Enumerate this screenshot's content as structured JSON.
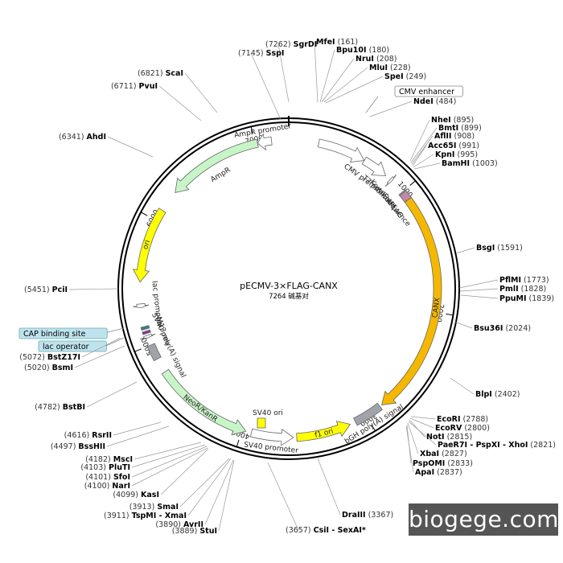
{
  "plasmid": {
    "name": "pECMV-3×FLAG-CANX",
    "size_label": "7264 碱基对",
    "total_bp": 7264
  },
  "watermark": "biogege.com",
  "ticks": [
    "1000",
    "2000",
    "3000",
    "4000",
    "5000",
    "6000",
    "7000"
  ],
  "features": [
    {
      "name": "CMV enhancer",
      "start": 235,
      "end": 615,
      "dir": 1,
      "color": "#ffffff",
      "label": "CMV enhancer",
      "labelpos": "box"
    },
    {
      "name": "CMV promoter",
      "start": 615,
      "end": 820,
      "dir": 1,
      "color": "#ffffff",
      "label": "CMV promoter",
      "labelpos": "in"
    },
    {
      "name": "T7 promoter",
      "start": 865,
      "end": 883,
      "dir": 1,
      "color": "#ffffff",
      "label": "T7 promoter",
      "labelpos": "in"
    },
    {
      "name": "Kozak sequence",
      "start": 1000,
      "end": 1010,
      "dir": 0,
      "color": "#999999",
      "label": "Kozak sequence",
      "labelpos": "in"
    },
    {
      "name": "3xFLAG",
      "start": 1010,
      "end": 1076,
      "dir": 0,
      "color": "#c08aa8",
      "label": "3xFLAG",
      "labelpos": "in"
    },
    {
      "name": "CANX",
      "start": 1076,
      "end": 2852,
      "dir": 1,
      "color": "#f5b800",
      "label": "CANX",
      "labelpos": "on"
    },
    {
      "name": "bGH poly(A) signal",
      "start": 2870,
      "end": 3095,
      "dir": 0,
      "color": "#a0a4aa",
      "label": "bGH poly(A) signal",
      "labelpos": "out"
    },
    {
      "name": "f1 ori",
      "start": 3140,
      "end": 3570,
      "dir": -1,
      "color": "#ffff00",
      "label": "f1 ori",
      "labelpos": "on"
    },
    {
      "name": "SV40 promoter",
      "start": 3595,
      "end": 3925,
      "dir": -1,
      "color": "#ffffff",
      "label": "SV40 promoter",
      "labelpos": "out"
    },
    {
      "name": "NeoR/KanR",
      "start": 3970,
      "end": 4765,
      "dir": -1,
      "color": "#c8f5c8",
      "label": "NeoR/KanR",
      "labelpos": "on"
    },
    {
      "name": "SV40 poly(A) signal",
      "start": 4880,
      "end": 5000,
      "dir": 0,
      "color": "#a0a4aa",
      "label": "SV40 poly(A) signal",
      "labelpos": "in"
    },
    {
      "name": "lac promoter",
      "start": 5300,
      "end": 5330,
      "dir": -1,
      "color": "#ffffff",
      "label": "lac promoter",
      "labelpos": "in"
    },
    {
      "name": "M13 rev",
      "start": 5060,
      "end": 5080,
      "dir": -1,
      "color": "#ffffff",
      "label": "M13 rev",
      "labelpos": "in"
    },
    {
      "name": "CAP binding site",
      "start": 5130,
      "end": 5152,
      "dir": 0,
      "color": "#3a7f8a",
      "label": "CAP binding site",
      "labelpos": "boxout"
    },
    {
      "name": "lac operator",
      "start": 5095,
      "end": 5115,
      "dir": 0,
      "color": "#8a3aa0",
      "label": "lac operator",
      "labelpos": "boxout"
    },
    {
      "name": "ori",
      "start": 5500,
      "end": 6090,
      "dir": -1,
      "color": "#ffff00",
      "label": "ori",
      "labelpos": "on"
    },
    {
      "name": "AmpR",
      "start": 6260,
      "end": 7020,
      "dir": -1,
      "color": "#c8f5c8",
      "label": "AmpR",
      "labelpos": "in"
    },
    {
      "name": "AmpR promoter",
      "start": 7020,
      "end": 7130,
      "dir": -1,
      "color": "#ffffff",
      "label": "AmpR promoter",
      "labelpos": "out"
    },
    {
      "name": "SV40 ori",
      "start": 3620,
      "end": 3640,
      "dir": 0,
      "color": "#ffff00",
      "label": "SV40 ori",
      "labelpos": "center"
    }
  ],
  "sites": [
    {
      "name": "SgrDI",
      "pos": "7262"
    },
    {
      "name": "SspI",
      "pos": "7145"
    },
    {
      "name": "ScaI",
      "pos": "6821"
    },
    {
      "name": "PvuI",
      "pos": "6711"
    },
    {
      "name": "AhdI",
      "pos": "6341"
    },
    {
      "name": "PciI",
      "pos": "5451"
    },
    {
      "name": "BstZ17I",
      "pos": "5072"
    },
    {
      "name": "BsmI",
      "pos": "5020"
    },
    {
      "name": "BstBI",
      "pos": "4782"
    },
    {
      "name": "RsrII",
      "pos": "4616"
    },
    {
      "name": "BssHII",
      "pos": "4497"
    },
    {
      "name": "MscI",
      "pos": "4182"
    },
    {
      "name": "PluTI",
      "pos": "4103"
    },
    {
      "name": "SfoI",
      "pos": "4101"
    },
    {
      "name": "NarI",
      "pos": "4100"
    },
    {
      "name": "KasI",
      "pos": "4099"
    },
    {
      "name": "SmaI",
      "pos": "3913"
    },
    {
      "name": "TspMI - XmaI",
      "pos": "3911"
    },
    {
      "name": "AvrII",
      "pos": "3890"
    },
    {
      "name": "StuI",
      "pos": "3889"
    },
    {
      "name": "CsiI - SexAI*",
      "pos": "3657"
    },
    {
      "name": "DraIII",
      "pos": "3367"
    },
    {
      "name": "ApaI",
      "pos": "2837"
    },
    {
      "name": "PspOMI",
      "pos": "2833"
    },
    {
      "name": "XbaI",
      "pos": "2827"
    },
    {
      "name": "PaeR7I - PspXI - XhoI",
      "pos": "2821"
    },
    {
      "name": "NotI",
      "pos": "2815"
    },
    {
      "name": "EcoRV",
      "pos": "2800"
    },
    {
      "name": "EcoRI",
      "pos": "2788"
    },
    {
      "name": "BlpI",
      "pos": "2402"
    },
    {
      "name": "Bsu36I",
      "pos": "2024"
    },
    {
      "name": "PpuMI",
      "pos": "1839"
    },
    {
      "name": "PmlI",
      "pos": "1828"
    },
    {
      "name": "PflMI",
      "pos": "1773"
    },
    {
      "name": "BsgI",
      "pos": "1591"
    },
    {
      "name": "BamHI",
      "pos": "1003"
    },
    {
      "name": "KpnI",
      "pos": "995"
    },
    {
      "name": "Acc65I",
      "pos": "991"
    },
    {
      "name": "AflII",
      "pos": "908"
    },
    {
      "name": "BmtI",
      "pos": "899"
    },
    {
      "name": "NheI",
      "pos": "895"
    },
    {
      "name": "NdeI",
      "pos": "484"
    },
    {
      "name": "SpeI",
      "pos": "249"
    },
    {
      "name": "MluI",
      "pos": "228"
    },
    {
      "name": "NruI",
      "pos": "208"
    },
    {
      "name": "Bpu10I",
      "pos": "180"
    },
    {
      "name": "MfeI",
      "pos": "161"
    }
  ]
}
